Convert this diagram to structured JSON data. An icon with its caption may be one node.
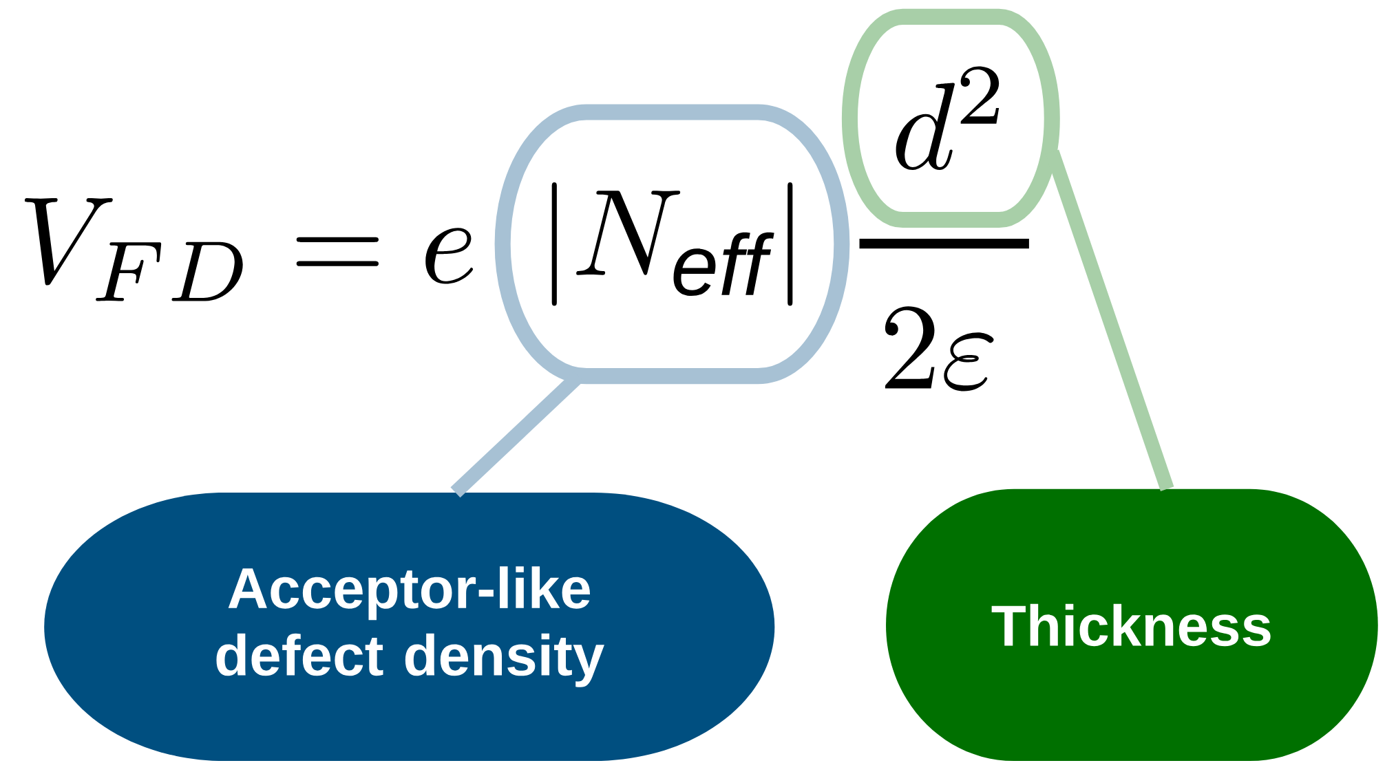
{
  "diagram": {
    "nodes": [
      {
        "text": [
          "\\left|N_{\\mathit{eff}}\\right|"
        ]
      },
      {
        "text": [
          "d^2"
        ]
      },
      {
        "text": [
          "Acceptor-like defect density"
        ]
      },
      {
        "text": [
          "Thickness"
        ]
      }
    ],
    "edges": [
      {
        "from": 0,
        "to": 2,
        "arrow": "none",
        "color": "#a7c1d4"
      },
      {
        "from": 1,
        "to": 3,
        "arrow": "none",
        "color": "#a8cfa8"
      }
    ],
    "labels": [
      "V_{FD} = e",
      "2\\varepsilon"
    ]
  }
}
